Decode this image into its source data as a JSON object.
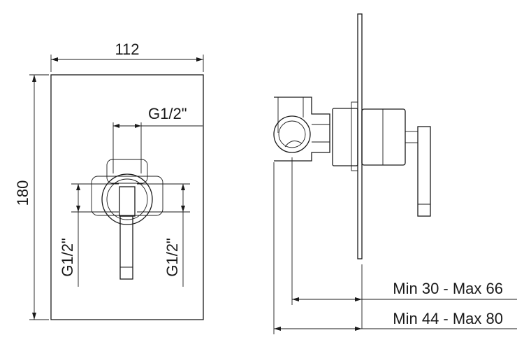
{
  "front_view": {
    "width_label": "112",
    "height_label": "180",
    "top_connection_label": "G1/2\"",
    "left_connection_label": "G1/2\"",
    "right_connection_label": "G1/2\""
  },
  "side_view": {
    "depth_label_1": "Min 30 - Max 66",
    "depth_label_2": "Min 44 - Max 80"
  },
  "colors": {
    "line": "#1a1a1a",
    "background": "#ffffff"
  }
}
